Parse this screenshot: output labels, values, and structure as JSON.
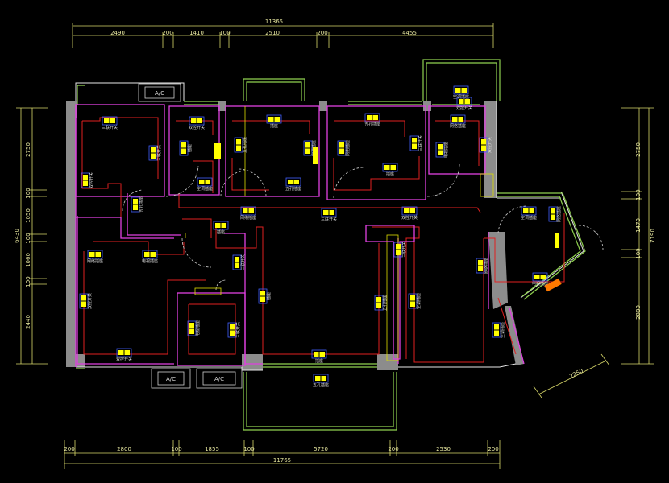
{
  "dimensions": {
    "top_overall": "11365",
    "top_segments": [
      "2490",
      "200",
      "1410",
      "100",
      "2510",
      "200",
      "4455"
    ],
    "bottom_overall": "11765",
    "bottom_segments": [
      "200",
      "2800",
      "100",
      "1855",
      "100",
      "5720",
      "200",
      "2530",
      "200"
    ],
    "left_overall": "6430",
    "left_segments": [
      "2750",
      "100",
      "1050",
      "100",
      "1060",
      "100",
      "2440"
    ],
    "right_overall": "7190",
    "right_segments": [
      "2750",
      "100",
      "1470",
      "100",
      "2880"
    ],
    "angled": "2250"
  },
  "appliance_labels": {
    "ac_unit": "A/C"
  },
  "fixture_tags": [
    "三联开关",
    "双控开关",
    "插座",
    "五孔插座",
    "空调插座",
    "网络插座",
    "电视插座"
  ],
  "colors": {
    "background": "#000000",
    "wall": "#8c8c8c",
    "circuit": "#e02020",
    "partition": "#e040e0",
    "window": "#8fd14f",
    "dimension": "#d9d96a",
    "fixture": "#ffff00"
  }
}
